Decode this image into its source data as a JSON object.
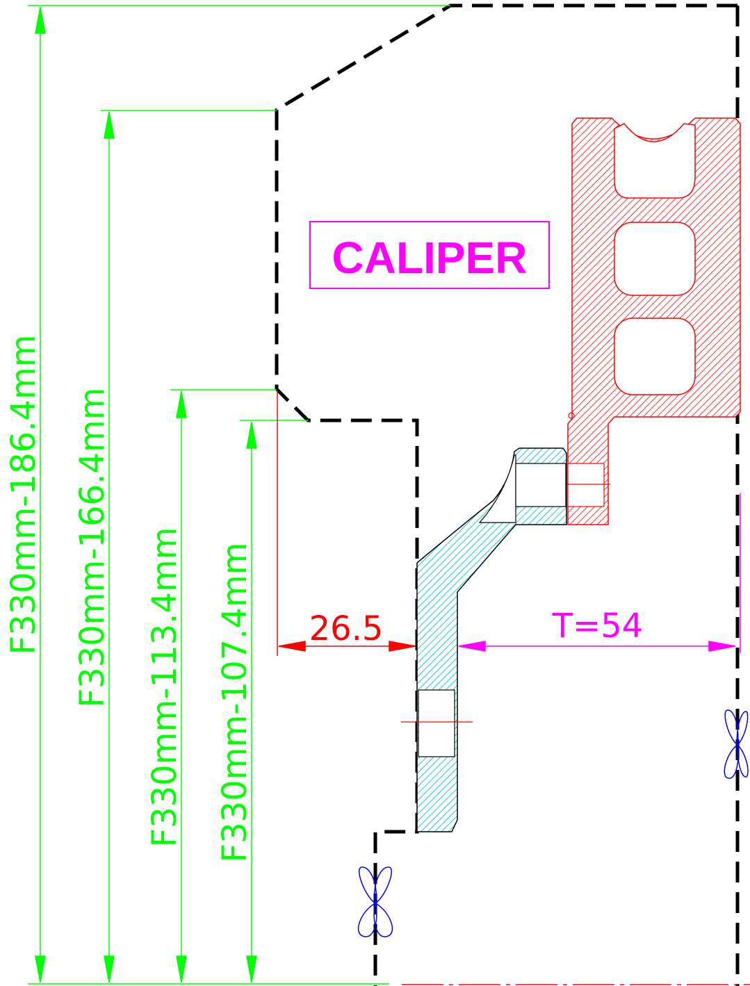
{
  "drawing": {
    "part_label": "CALIPER",
    "dimensions": [
      {
        "id": "dim-186",
        "text": "F330mm-186.4mm"
      },
      {
        "id": "dim-166",
        "text": "F330mm-166.4mm"
      },
      {
        "id": "dim-113",
        "text": "F330mm-113.4mm"
      },
      {
        "id": "dim-107",
        "text": "F330mm-107.4mm"
      }
    ],
    "offset_dim": "26.5",
    "thickness_dim": "T=54"
  },
  "colors": {
    "dimension_green": "#00ff00",
    "offset_red": "#ff0000",
    "thickness_magenta": "#ff00ff",
    "caliper_red": "#ff0000",
    "adapter_cyan": "#00ffff",
    "outline_black": "#000000",
    "bolt_blue": "#0000ff",
    "label_magenta": "#ff00ff"
  }
}
